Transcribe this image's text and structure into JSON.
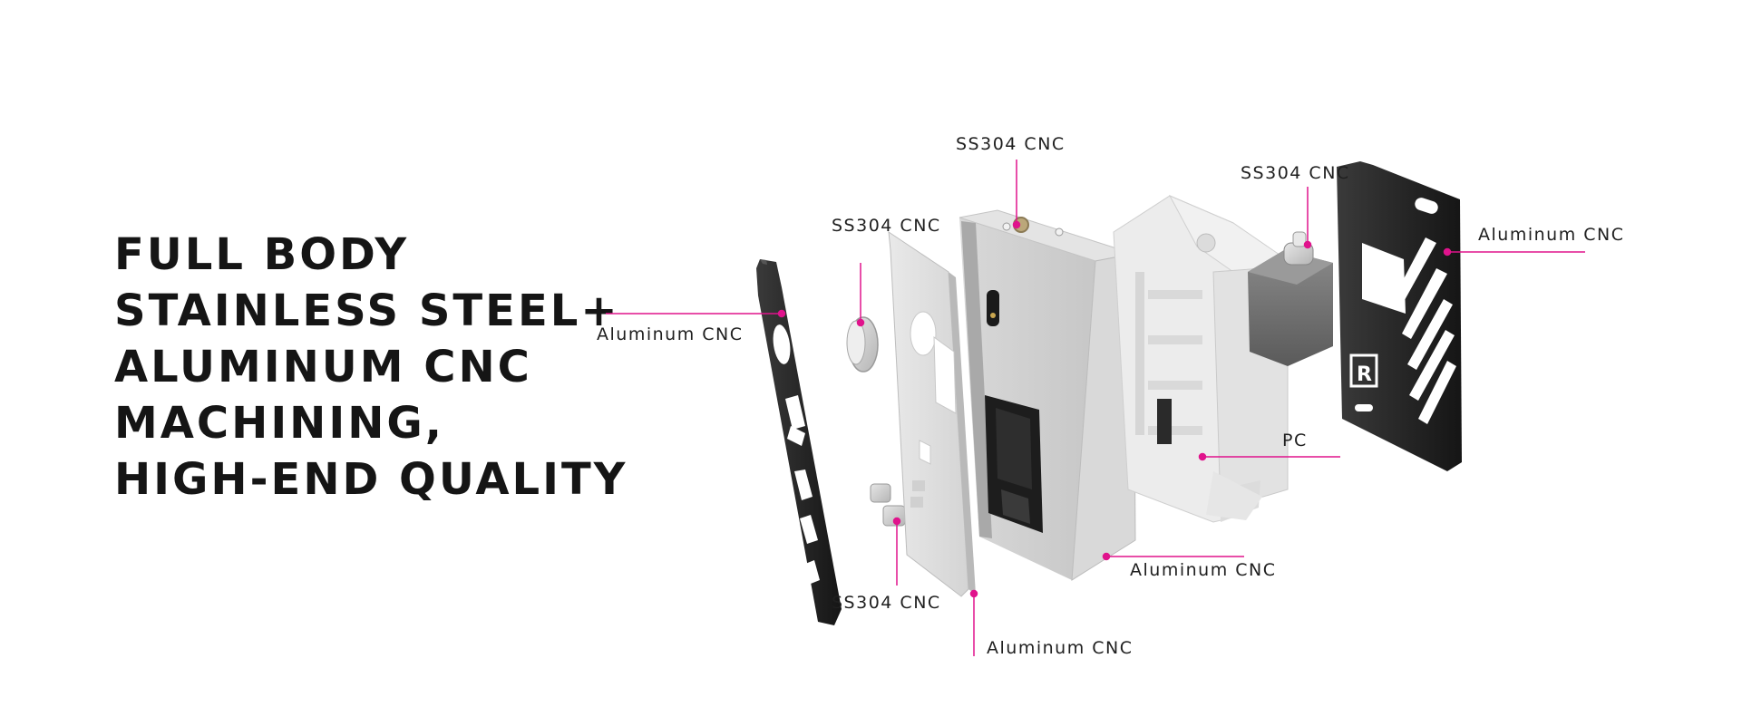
{
  "headline": {
    "lines": [
      "FULL BODY",
      "STAINLESS STEEL+",
      "ALUMINUM CNC",
      "MACHINING,",
      "HIGH-END QUALITY"
    ]
  },
  "callouts": {
    "outer_left_panel": "Aluminum  CNC",
    "round_button": "SS304 CNC",
    "top_connector": "SS304  CNC",
    "tank_cap": "SS304  CNC",
    "outer_right_panel": "Aluminum  CNC",
    "chassis_frame": "PC",
    "main_body": "Aluminum  CNC",
    "small_buttons": "SS304 CNC",
    "inner_plate": "Aluminum  CNC"
  },
  "colors": {
    "accent": "#e0138c",
    "text": "#151515",
    "panel_black": "#1c1c1c",
    "metal": "#c9c9c9"
  }
}
